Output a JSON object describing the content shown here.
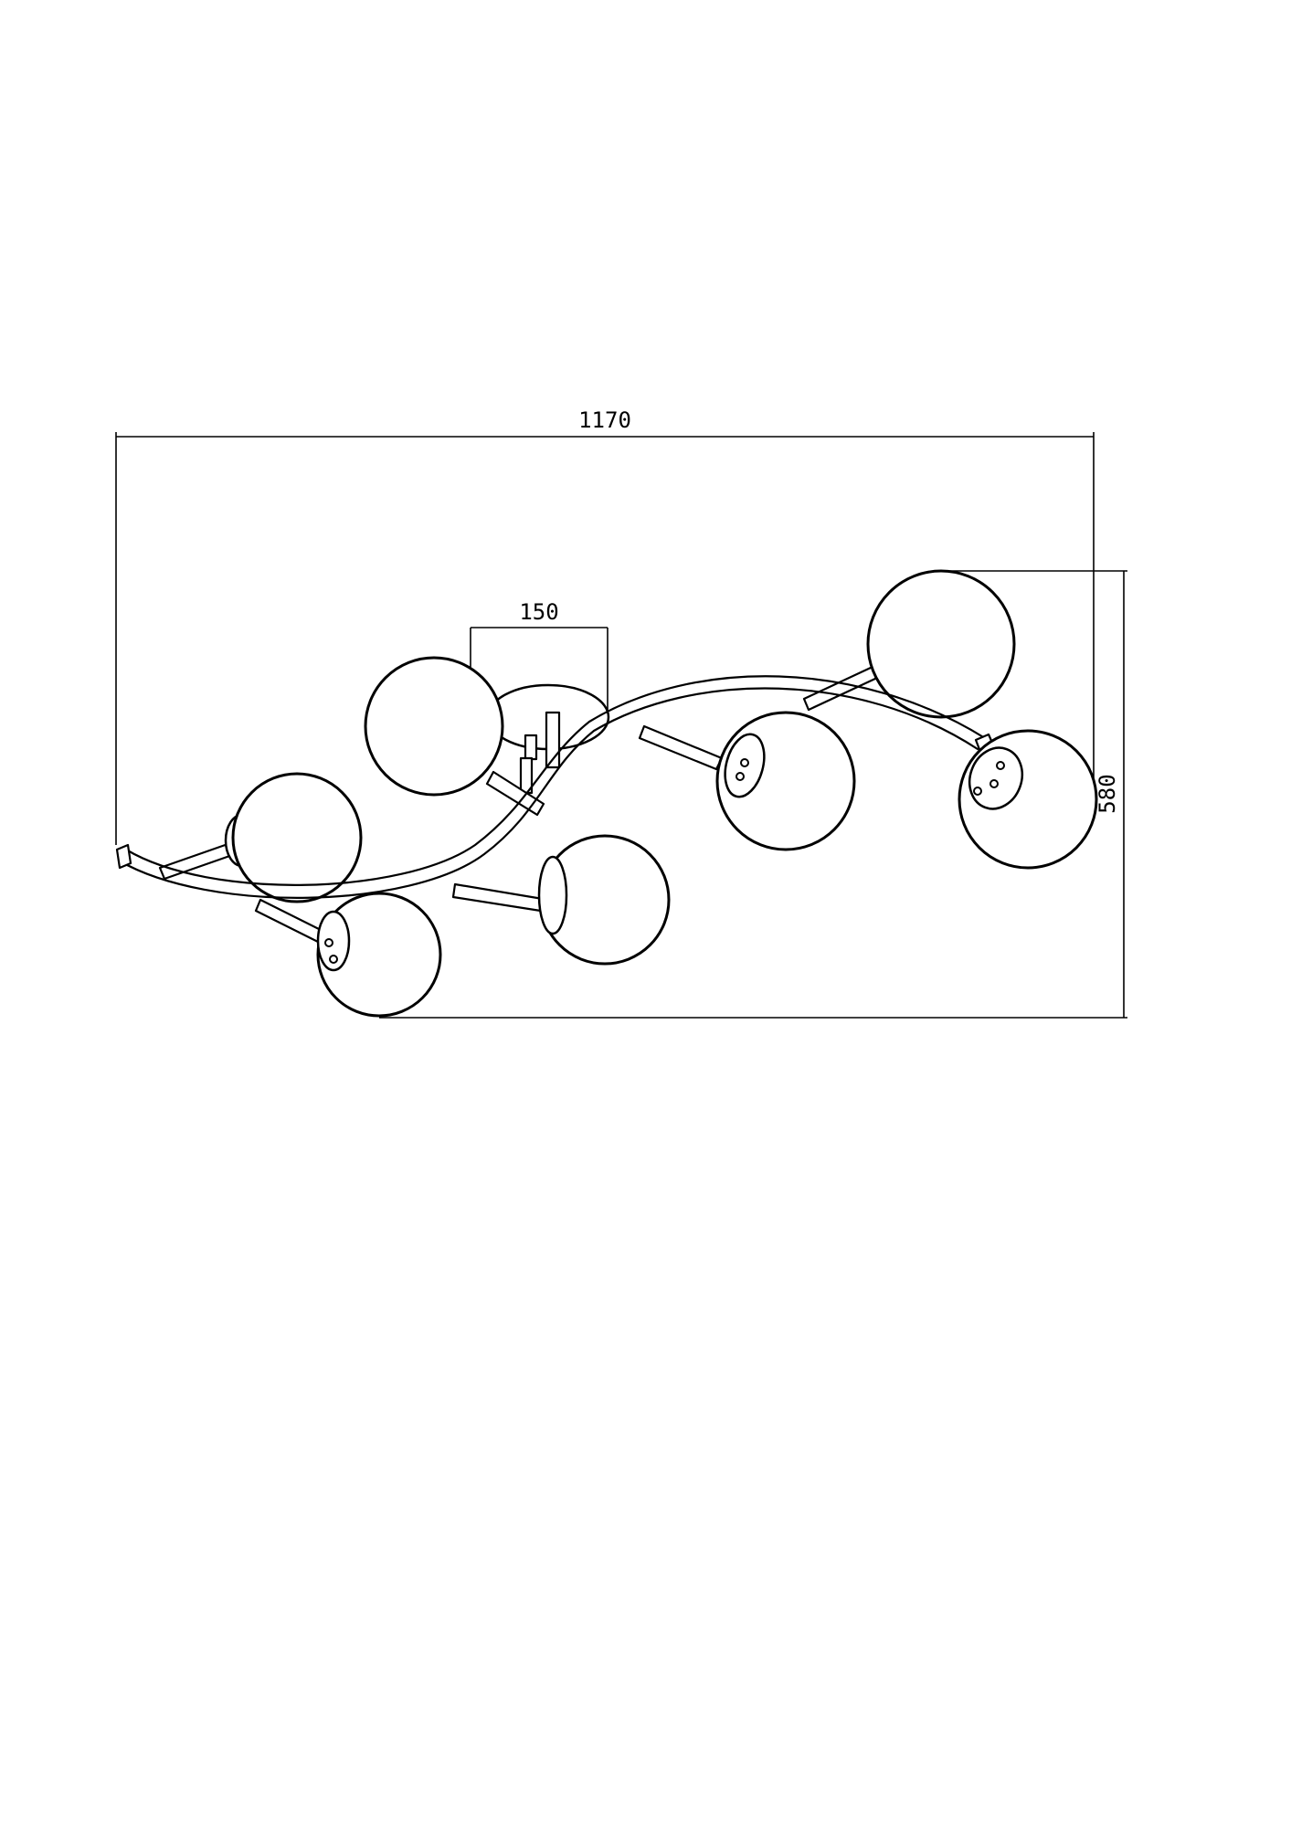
{
  "dimensions": {
    "overall_width": "1170",
    "overall_height": "580",
    "canopy_width": "150"
  }
}
